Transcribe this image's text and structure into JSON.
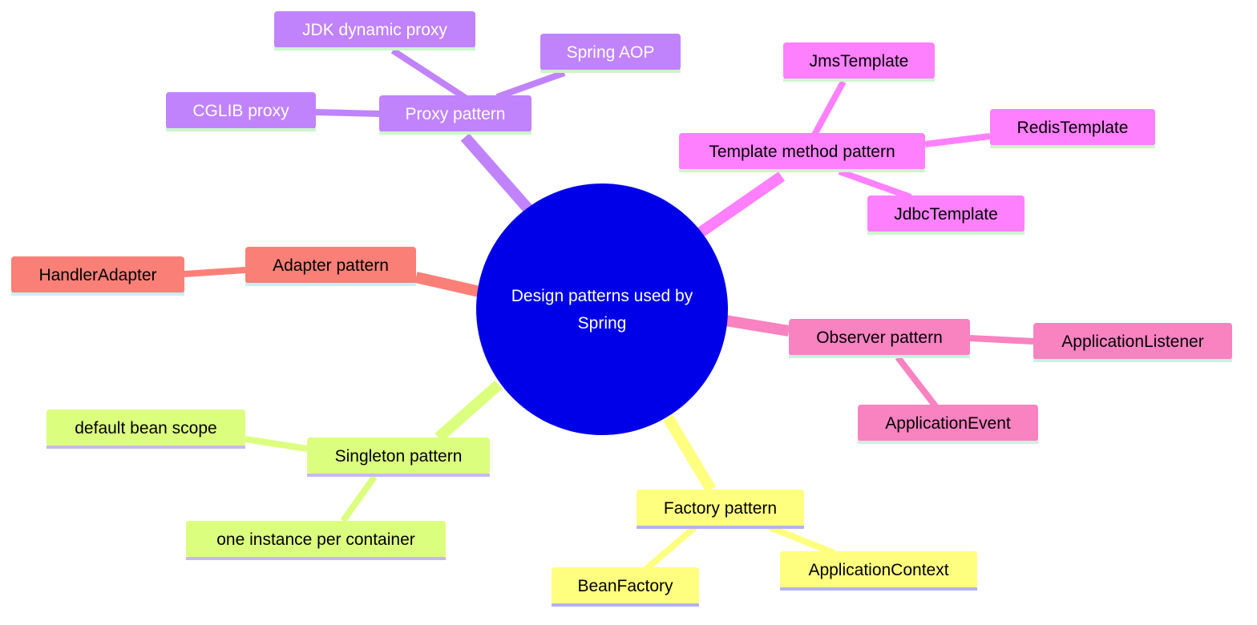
{
  "root": {
    "label_lines": [
      "Design patterns used by",
      "Spring"
    ],
    "color": "#0000e8",
    "text_color": "#ffffff"
  },
  "branches": [
    {
      "id": "proxy",
      "label": "Proxy pattern",
      "color": "#c183fc",
      "text_color": "#ffffff",
      "underline": "#cdf5cd",
      "children": [
        {
          "id": "jdk",
          "label": "JDK dynamic proxy"
        },
        {
          "id": "aop",
          "label": "Spring AOP"
        },
        {
          "id": "cglib",
          "label": "CGLIB proxy"
        }
      ]
    },
    {
      "id": "template",
      "label": "Template method pattern",
      "color": "#ff80ff",
      "text_color": "#000000",
      "underline": "#cdf5cd",
      "children": [
        {
          "id": "jms",
          "label": "JmsTemplate"
        },
        {
          "id": "redis",
          "label": "RedisTemplate"
        },
        {
          "id": "jdbc",
          "label": "JdbcTemplate"
        }
      ]
    },
    {
      "id": "adapter",
      "label": "Adapter pattern",
      "color": "#fa8077",
      "text_color": "#000000",
      "underline": "#c4f1f1",
      "children": [
        {
          "id": "handler",
          "label": "HandlerAdapter"
        }
      ]
    },
    {
      "id": "observer",
      "label": "Observer pattern",
      "color": "#f982c1",
      "text_color": "#000000",
      "underline": "#c8f3e2",
      "children": [
        {
          "id": "listener",
          "label": "ApplicationListener"
        },
        {
          "id": "event",
          "label": "ApplicationEvent"
        }
      ]
    },
    {
      "id": "singleton",
      "label": "Singleton pattern",
      "color": "#dcfe7f",
      "text_color": "#000000",
      "underline": "#c7b8f2",
      "children": [
        {
          "id": "scope",
          "label": "default bean scope"
        },
        {
          "id": "instance",
          "label": "one instance per container"
        }
      ]
    },
    {
      "id": "factory",
      "label": "Factory pattern",
      "color": "#ffff7f",
      "text_color": "#000000",
      "underline": "#b2b2f2",
      "children": [
        {
          "id": "beanfactory",
          "label": "BeanFactory"
        },
        {
          "id": "appcontext",
          "label": "ApplicationContext"
        }
      ]
    }
  ]
}
